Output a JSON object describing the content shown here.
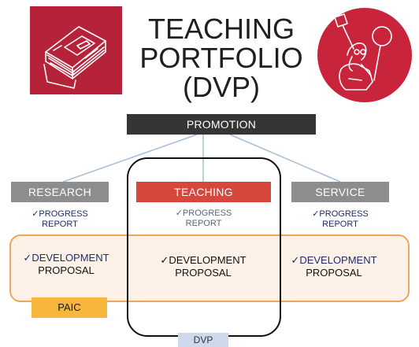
{
  "title": {
    "line1": "TEACHING",
    "line2": "PORTFOLIO",
    "line3": "(DVP)"
  },
  "top_box": {
    "label": "PROMOTION"
  },
  "columns": [
    {
      "header": "RESEARCH",
      "progress_line1": "✓PROGRESS",
      "progress_line2": "REPORT",
      "dev_line1": "✓DEVELOPMENT",
      "dev_line2": "PROPOSAL"
    },
    {
      "header": "TEACHING",
      "progress_line1": "✓PROGRESS",
      "progress_line2": "REPORT",
      "dev_line1": "✓DEVELOPMENT",
      "dev_line2": "PROPOSAL"
    },
    {
      "header": "SERVICE",
      "progress_line1": "✓PROGRESS",
      "progress_line2": "REPORT",
      "dev_line1": "✓DEVELOPMENT",
      "dev_line2": "PROPOSAL"
    }
  ],
  "band_label": "PAIC",
  "box_label": "DVP",
  "icons": {
    "left": "book-stack-icon",
    "right": "scholar-with-tools-icon"
  },
  "colors": {
    "brand_red": "#c8243b",
    "promotion_bg": "#353535",
    "side_header_bg": "#8d8d8d",
    "teaching_header_bg": "#d6473c",
    "paic_band_border": "#f0a55a",
    "paic_label_bg": "#f6b73c",
    "dvp_label_bg": "#cfd9ec",
    "checklist_text": "#1f2d6b"
  }
}
